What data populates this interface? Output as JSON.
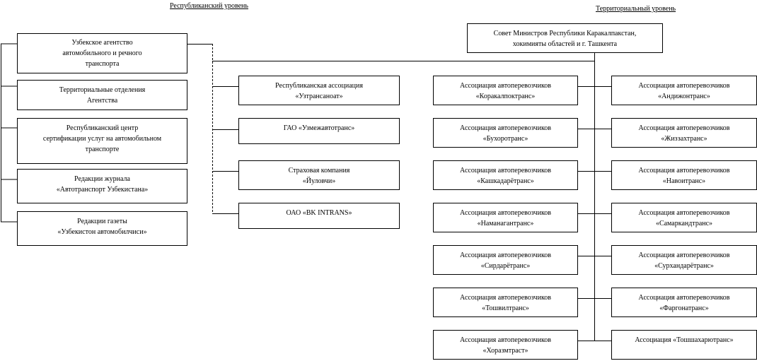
{
  "republican": {
    "title": "Республиканский уровень",
    "agency": [
      "Узбекское агентство",
      "автомобильного и речного",
      "транспорта"
    ],
    "subordinate": [
      [
        "Территориальные отделения",
        "Агентства"
      ],
      [
        "Республиканский центр",
        "сертификации услуг на автомобильном",
        "транспорте"
      ],
      [
        "Редакции журнала",
        "«Автотранспорт Узбекистана»"
      ],
      [
        "Редакции газеты",
        "«Узбекистон автомобилчиси»"
      ]
    ],
    "associated": [
      [
        "Республиканская ассоциация",
        "«Узтрансаноат»"
      ],
      [
        "ГАО «Узмежавтотранс»"
      ],
      [
        "Страховая компания",
        "«Йуловчи»"
      ],
      [
        "ОАО «BK INTRANS»"
      ]
    ]
  },
  "territorial": {
    "title": "Территориальный уровень",
    "council": [
      "Совет Министров Республики Каракалпакстан,",
      "хокимияты областей и г. Ташкента"
    ],
    "left": [
      [
        "Ассоциация автоперевозчиков",
        "«Коракалпоктранс»"
      ],
      [
        "Ассоциация автоперевозчиков",
        "«Бухоротранс»"
      ],
      [
        "Ассоциация автоперевозчиков",
        "«Кашкадарётранс»"
      ],
      [
        "Ассоциация автоперевозчиков",
        "«Наманагантранс»"
      ],
      [
        "Ассоциация автоперевозчиков",
        "«Сирдарётранс»"
      ],
      [
        "Ассоциация автоперевозчиков",
        "«Тошвилтранс»"
      ],
      [
        "Ассоциация автоперевозчиков",
        "«Хоразмтраст»"
      ]
    ],
    "right": [
      [
        "Ассоциация автоперевозчиков",
        "«Андижонтранс»"
      ],
      [
        "Ассоциация автоперевозчиков",
        "«Жиззахтранс»"
      ],
      [
        "Ассоциация автоперевозчиков",
        "«Навоитранс»"
      ],
      [
        "Ассоциация автоперевозчиков",
        "«Самаркандтранс»"
      ],
      [
        "Ассоциация автоперевозчиков",
        "«Сурхандарётранс»"
      ],
      [
        "Ассоциация автоперевозчиков",
        "«Фаргонатранс»"
      ],
      [
        "Ассоциация «Тошшахарютранс»"
      ]
    ]
  }
}
